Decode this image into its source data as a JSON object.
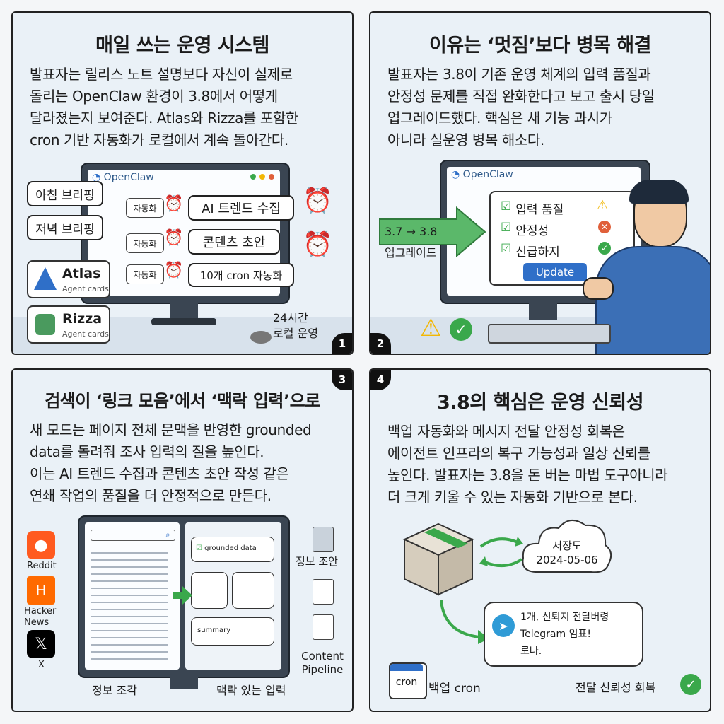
{
  "panels": [
    {
      "number": "1",
      "title": "매일 쓰는 운영 시스템",
      "body": [
        "발표자는 릴리스 노트 설명보다 자신이 실제로",
        "돌리는 OpenClaw 환경이 3.8에서 어떻게",
        "달라졌는지 보여준다. Atlas와 Rizza를 포함한",
        "cron 기반 자동화가 로컬에서 계속 돌아간다."
      ],
      "app_name": "OpenClaw",
      "left_bubbles": [
        "아침 브리핑",
        "저녁 브리핑"
      ],
      "agents": [
        {
          "name": "Atlas",
          "sub": "Agent cards"
        },
        {
          "name": "Rizza",
          "sub": "Agent cards"
        }
      ],
      "auto_tag": "자동화",
      "tasks": [
        "AI 트렌드 수집",
        "콘텐츠 초안",
        "10개 cron 자동화"
      ],
      "note": [
        "24시간",
        "로컬 운영"
      ]
    },
    {
      "number": "2",
      "title": "이유는 ‘멋짐’보다 병목 해결",
      "body": [
        "발표자는 3.8이 기존 운영 체계의 입력 품질과",
        "안정성 문제를 직접 완화한다고 보고 출시 당일",
        "업그레이드했다. 핵심은 새 기능 과시가",
        "아니라 실운영 병목 해소다."
      ],
      "app_name": "OpenClaw",
      "arrow_label": [
        "3.7 → 3.8",
        "업그레이드"
      ],
      "checklist": [
        "입력 품질",
        "안정성",
        "신급하지"
      ],
      "update_button": "Update"
    },
    {
      "number": "3",
      "title": "검색이 ‘링크 모음’에서 ‘맥락 입력’으로",
      "body": [
        "새 모드는 페이지 전체 문맥을 반영한 grounded",
        "data를 돌려줘 조사 입력의 질을 높인다.",
        "이는 AI 트렌드 수집과 콘텐츠 초안 작성 같은",
        "연쇄 작업의 품질을 더 안정적으로 만든다."
      ],
      "sources": [
        "Reddit",
        "Hacker News",
        "X"
      ],
      "grounded_label": "grounded data",
      "summary_label": "summary",
      "right_labels": [
        "정보 조안",
        "Content Pipeline"
      ],
      "bottom_labels": [
        "정보 조각",
        "맥락 있는 입력"
      ]
    },
    {
      "number": "4",
      "title": "3.8의 핵심은 운영 신뢰성",
      "body": [
        "백업 자동화와 메시지 전달 안정성 회복은",
        "에이전트 인프라의 복구 가능성과 일상 신뢰를",
        "높인다. 발표자는 3.8을 돈 버는 마법 도구아니라",
        "더 크게 키울 수 있는 자동화 기반으로 본다."
      ],
      "cloud_text": [
        "서장도",
        "2024-05-06"
      ],
      "telegram_text": [
        "1개, 신퇴지 전달버령",
        "Telegram 임표!",
        "로나."
      ],
      "cron_icon": "cron",
      "backup_label": "백업 cron",
      "status_label": "전달 신뢰성 회복"
    }
  ],
  "colors": {
    "accent_blue": "#2f6fc8",
    "green": "#3aa84b",
    "warn": "#f2b705",
    "red": "#e0603a",
    "panel_bg": "#eaf1f7"
  }
}
